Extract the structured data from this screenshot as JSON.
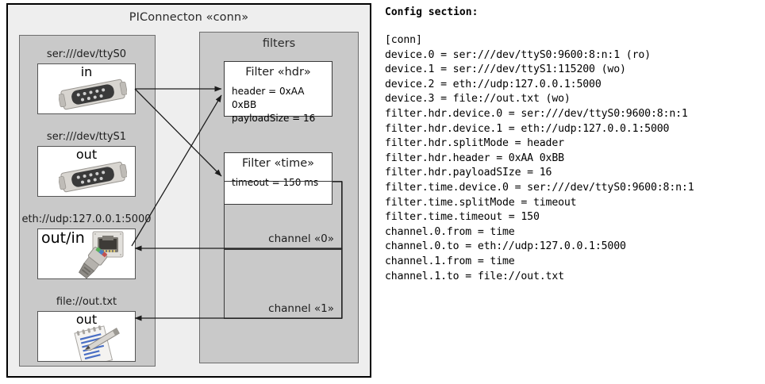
{
  "diagram": {
    "title": "PIConnecton «conn»",
    "colors": {
      "outer_background": "#eeeeee",
      "panel_background": "#c9c9c9",
      "node_background": "#ffffff",
      "border": "#000000",
      "panel_border": "#6d6d6d"
    },
    "devices_panel": {
      "title": "",
      "items": [
        {
          "label": "ser:///dev/ttyS0",
          "direction": "in",
          "icon": "serial-port-icon"
        },
        {
          "label": "ser:///dev/ttyS1",
          "direction": "out",
          "icon": "serial-port-icon"
        },
        {
          "label": "eth://udp:127.0.0.1:5000",
          "direction": "out/in",
          "icon": "ethernet-port-icon"
        },
        {
          "label": "file://out.txt",
          "direction": "out",
          "icon": "text-file-icon"
        }
      ]
    },
    "filters_panel": {
      "title": "filters",
      "filters": [
        {
          "title": "Filter «hdr»",
          "attributes": [
            "header = 0xAA 0xBB",
            "payloadSize = 16"
          ]
        },
        {
          "title": "Filter «time»",
          "attributes": [
            "timeout = 150 ms"
          ]
        }
      ],
      "channels": [
        {
          "label": "channel «0»"
        },
        {
          "label": "channel «1»"
        }
      ]
    }
  },
  "config": {
    "heading": "Config section:",
    "lines": [
      "[conn]",
      "device.0 = ser:///dev/ttyS0:9600:8:n:1 (ro)",
      "device.1 = ser:///dev/ttyS1:115200 (wo)",
      "device.2 = eth://udp:127.0.0.1:5000",
      "device.3 = file://out.txt (wo)",
      "filter.hdr.device.0 = ser:///dev/ttyS0:9600:8:n:1",
      "filter.hdr.device.1 = eth://udp:127.0.0.1:5000",
      "filter.hdr.splitMode = header",
      "filter.hdr.header = 0xAA 0xBB",
      "filter.hdr.payloadSIze = 16",
      "filter.time.device.0 = ser:///dev/ttyS0:9600:8:n:1",
      "filter.time.splitMode = timeout",
      "filter.time.timeout = 150",
      "channel.0.from = time",
      "channel.0.to = eth://udp:127.0.0.1:5000",
      "channel.1.from = time",
      "channel.1.to = file://out.txt"
    ],
    "text": "[conn]\ndevice.0 = ser:///dev/ttyS0:9600:8:n:1 (ro)\ndevice.1 = ser:///dev/ttyS1:115200 (wo)\ndevice.2 = eth://udp:127.0.0.1:5000\ndevice.3 = file://out.txt (wo)\nfilter.hdr.device.0 = ser:///dev/ttyS0:9600:8:n:1\nfilter.hdr.device.1 = eth://udp:127.0.0.1:5000\nfilter.hdr.splitMode = header\nfilter.hdr.header = 0xAA 0xBB\nfilter.hdr.payloadSIze = 16\nfilter.time.device.0 = ser:///dev/ttyS0:9600:8:n:1\nfilter.time.splitMode = timeout\nfilter.time.timeout = 150\nchannel.0.from = time\nchannel.0.to = eth://udp:127.0.0.1:5000\nchannel.1.from = time\nchannel.1.to = file://out.txt"
  }
}
